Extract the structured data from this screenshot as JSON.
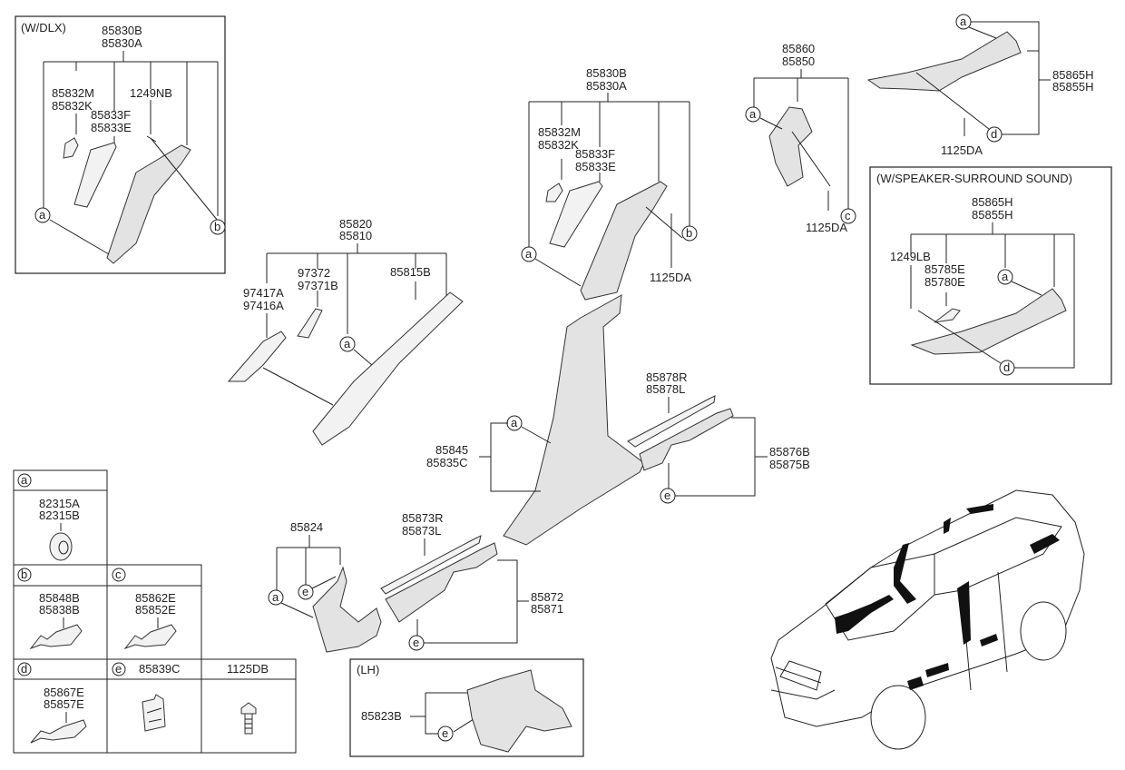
{
  "groups": {
    "w_dlx": {
      "title": "(W/DLX)",
      "assembly": [
        "85830B",
        "85830A"
      ],
      "parts": {
        "cap": [
          "85832M",
          "85832K"
        ],
        "cover": [
          "85833F",
          "85833E"
        ],
        "screw": "1249NB"
      },
      "refs": [
        "a",
        "b"
      ]
    },
    "a_pillar": {
      "assembly": [
        "85820",
        "85810"
      ],
      "parts": {
        "lamp_a": [
          "97417A",
          "97416A"
        ],
        "lamp_b": [
          "97372",
          "97371B"
        ],
        "clip": "85815B"
      },
      "refs": [
        "a"
      ]
    },
    "b_pillar_upper": {
      "assembly": [
        "85830B",
        "85830A"
      ],
      "parts": {
        "cap": [
          "85832M",
          "85832K"
        ],
        "cover": [
          "85833F",
          "85833E"
        ],
        "screw": "1125DA"
      },
      "refs": [
        "a",
        "b"
      ]
    },
    "c_pillar": {
      "assembly": [
        "85860",
        "85850"
      ],
      "screw": "1125DA",
      "refs": [
        "a",
        "c"
      ]
    },
    "d_pillar": {
      "assembly": [
        "85865H",
        "85855H"
      ],
      "screw": "1125DA",
      "refs": [
        "a",
        "d"
      ]
    },
    "w_speaker": {
      "title": "(W/SPEAKER-SURROUND SOUND)",
      "assembly": [
        "85865H",
        "85855H"
      ],
      "parts": {
        "screw": "1249LB",
        "grille": [
          "85785E",
          "85780E"
        ]
      },
      "refs": [
        "a",
        "d"
      ]
    },
    "b_pillar_lower": {
      "assembly": [
        "85845",
        "85835C"
      ],
      "refs": [
        "a"
      ]
    },
    "rear_scuff_strip": [
      "85878R",
      "85878L"
    ],
    "rear_scuff": {
      "assembly": [
        "85876B",
        "85875B"
      ],
      "refs": [
        "e"
      ]
    },
    "cowl": {
      "assembly": "85824",
      "refs": [
        "a",
        "e"
      ]
    },
    "front_scuff_strip": [
      "85873R",
      "85873L"
    ],
    "front_scuff": {
      "assembly": [
        "85872",
        "85871"
      ],
      "refs": [
        "e"
      ]
    },
    "lh": {
      "title": "(LH)",
      "part": "85823B",
      "refs": [
        "e"
      ]
    }
  },
  "legend": [
    {
      "ref": "a",
      "parts": [
        "82315A",
        "82315B"
      ],
      "icon": "clip-round"
    },
    {
      "ref": "b",
      "parts": [
        "85848B",
        "85838B"
      ],
      "icon": "airbag-clip"
    },
    {
      "ref": "c",
      "parts": [
        "85862E",
        "85852E"
      ],
      "icon": "airbag-clip"
    },
    {
      "ref": "d",
      "parts": [
        "85867E",
        "85857E"
      ],
      "icon": "airbag-clip"
    },
    {
      "ref": "e",
      "parts": [
        "85839C"
      ],
      "icon": "clip-square"
    },
    {
      "ref": "",
      "parts": [
        "1125DB"
      ],
      "icon": "bolt"
    }
  ]
}
